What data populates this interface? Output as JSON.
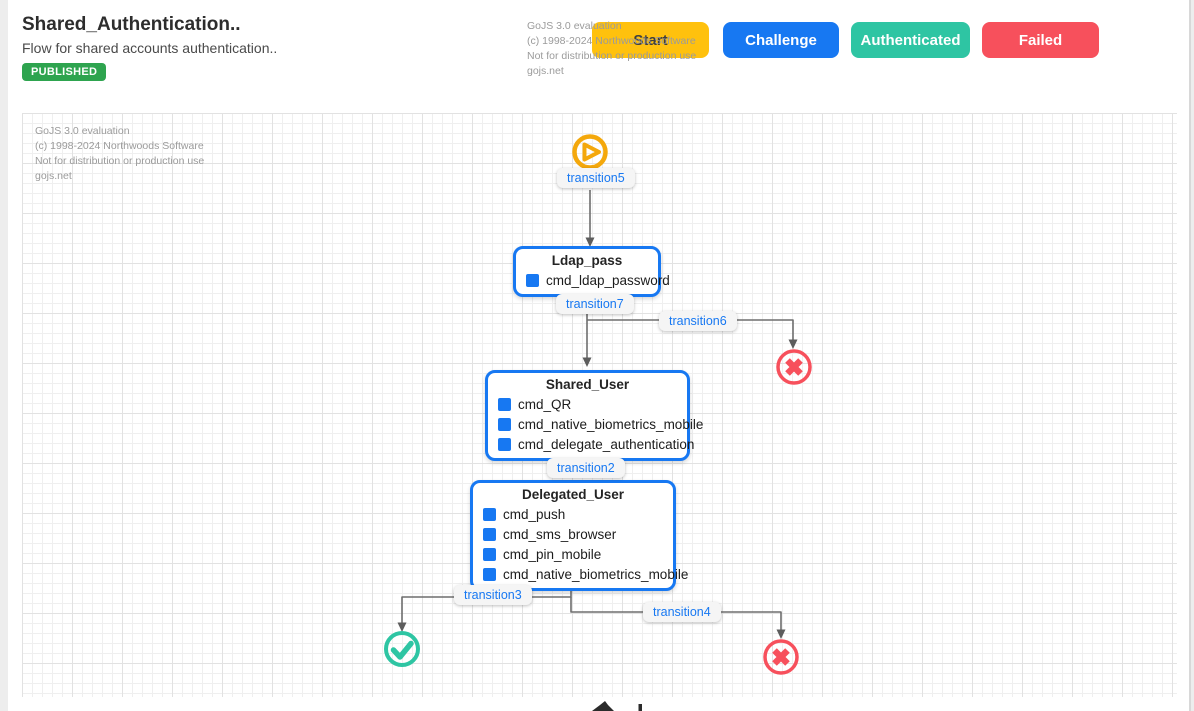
{
  "header": {
    "title": "Shared_Authentication..",
    "subtitle": "Flow for shared accounts authentication..",
    "status_badge": "PUBLISHED",
    "buttons": [
      {
        "label": "Start",
        "color": "#FFC10D",
        "text_color": "#3f3f3f"
      },
      {
        "label": "Challenge",
        "color": "#1778F2",
        "text_color": "#ffffff"
      },
      {
        "label": "Authenticated",
        "color": "#2EC5A3",
        "text_color": "#ffffff"
      },
      {
        "label": "Failed",
        "color": "#F7505C",
        "text_color": "#ffffff"
      }
    ]
  },
  "watermark": {
    "lines": [
      "GoJS 3.0 evaluation",
      "(c) 1998-2024 Northwoods Software",
      "Not for distribution or production use",
      "gojs.net"
    ]
  },
  "diagram": {
    "nodes": [
      {
        "title": "Ldap_pass",
        "commands": [
          "cmd_ldap_password"
        ]
      },
      {
        "title": "Shared_User",
        "commands": [
          "cmd_QR",
          "cmd_native_biometrics_mobile",
          "cmd_delegate_authentication"
        ]
      },
      {
        "title": "Delegated_User",
        "commands": [
          "cmd_push",
          "cmd_sms_browser",
          "cmd_pin_mobile",
          "cmd_native_biometrics_mobile"
        ]
      }
    ],
    "transitions": {
      "t5": "transition5",
      "t7": "transition7",
      "t6": "transition6",
      "t2": "transition2",
      "t3": "transition3",
      "t4": "transition4"
    },
    "colors": {
      "node_border": "#1778F2",
      "link": "#6e6e6e",
      "start_icon": "#F4A80C",
      "success_icon": "#2EC5A3",
      "failure_icon": "#F7505C",
      "badge_green": "#2EA44F"
    }
  }
}
